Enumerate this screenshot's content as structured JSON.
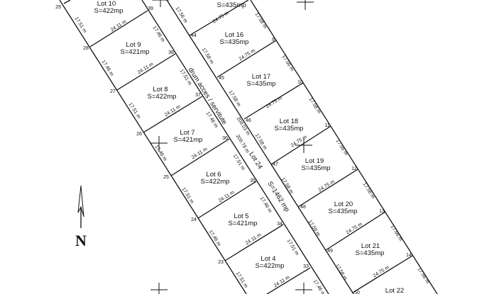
{
  "lots": {
    "lot10": {
      "label": "Lot 10",
      "area": "S=422mp"
    },
    "lot9": {
      "label": "Lot 9",
      "area": "S=421mp"
    },
    "lot8": {
      "label": "Lot 8",
      "area": "S=422mp"
    },
    "lot7": {
      "label": "Lot 7",
      "area": "S=421mp"
    },
    "lot6": {
      "label": "Lot 6",
      "area": "S=422mp"
    },
    "lot5": {
      "label": "Lot 5",
      "area": "S=421mp"
    },
    "lot4": {
      "label": "Lot 4",
      "area": "S=422mp"
    },
    "lot15": {
      "area": "S=435mp"
    },
    "lot16": {
      "label": "Lot 16",
      "area": "S=435mp"
    },
    "lot17": {
      "label": "Lot 17",
      "area": "S=435mp"
    },
    "lot18": {
      "label": "Lot 18",
      "area": "S=435mp"
    },
    "lot19": {
      "label": "Lot 19",
      "area": "S=435mp"
    },
    "lot20": {
      "label": "Lot 20",
      "area": "S=435mp"
    },
    "lot21": {
      "label": "Lot 21",
      "area": "S=435mp"
    },
    "lot22": {
      "label": "Lot 22"
    }
  },
  "road": {
    "name": "drum acces / servitute",
    "lot": "Lot 24",
    "area": "S=1462 mp",
    "len_left": "209.78 m",
    "len_right": "209.03 m"
  },
  "vertices": {
    "left_outer": [
      "29",
      "28",
      "27",
      "26",
      "25",
      "24",
      "23"
    ],
    "left_inner": [
      "39",
      "38",
      "37",
      "36",
      "35",
      "34",
      "33"
    ],
    "right_inner": [
      "44",
      "45",
      "46",
      "47",
      "48",
      "49",
      "50"
    ],
    "right_outer": [
      "9",
      "10",
      "11",
      "12",
      "13",
      "14"
    ]
  },
  "dims": {
    "left_outer": [
      "17.51 m",
      "17.46 m",
      "17.51 m",
      "17.46 m",
      "17.51 m",
      "17.46 m",
      "17.51 m"
    ],
    "left_inner": [
      "17.46 m",
      "17.51 m",
      "17.46 m",
      "17.51 m",
      "17.46 m",
      "17.51 m",
      "17.46 m"
    ],
    "left_cross": [
      "24.11 m",
      "24.11 m",
      "24.11 m",
      "24.11 m",
      "24.11 m",
      "24.11 m",
      "24.11 m"
    ],
    "right_inner": [
      "17.56 m",
      "17.58 m",
      "17.58 m",
      "17.58 m",
      "17.58 m",
      "17.59 m",
      "17.58 m"
    ],
    "right_outer": [
      "17.58 m",
      "17.56 m",
      "17.58 m",
      "17.56 m",
      "17.56 m",
      "17.56 m",
      "17.56 m"
    ],
    "right_cross": [
      "24.75 m",
      "24.75 m",
      "24.75 m",
      "24.75 m",
      "24.75 m",
      "24.75 m",
      "24.75 m"
    ]
  },
  "north_arrow": {
    "label": "N"
  }
}
